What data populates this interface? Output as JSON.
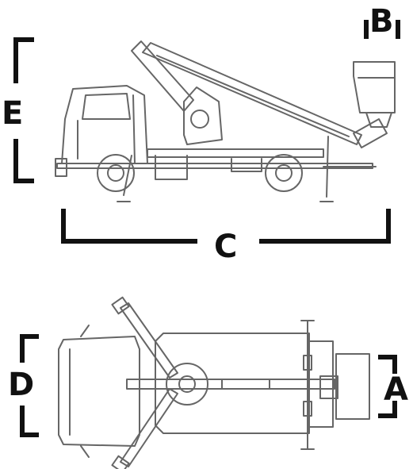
{
  "labels": {
    "a": "A",
    "b": "B",
    "c": "C",
    "d": "D",
    "e": "E"
  },
  "colors": {
    "line": "#111111",
    "drawing": "#666666",
    "background": "#ffffff"
  }
}
